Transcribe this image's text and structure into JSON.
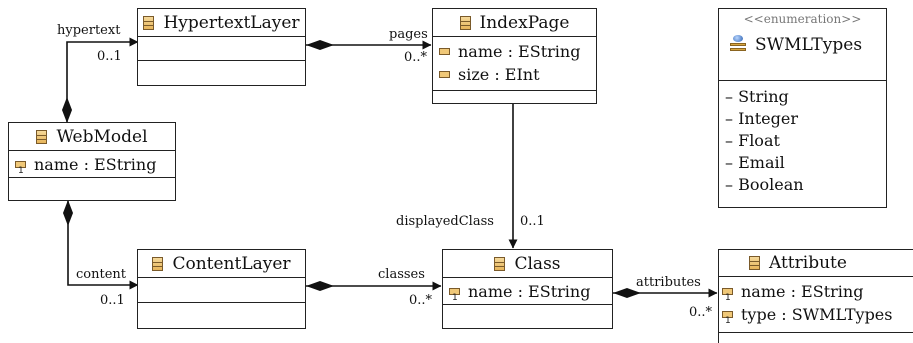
{
  "diagram": {
    "classes": {
      "hypertext_layer": {
        "name": "HypertextLayer"
      },
      "index_page": {
        "name": "IndexPage",
        "attributes": [
          "name : EString",
          "size : EInt"
        ]
      },
      "web_model": {
        "name": "WebModel",
        "attributes": [
          "name : EString"
        ]
      },
      "content_layer": {
        "name": "ContentLayer"
      },
      "class": {
        "name": "Class",
        "attributes": [
          "name : EString"
        ]
      },
      "attribute": {
        "name": "Attribute",
        "attributes": [
          "name : EString",
          "type : SWMLTypes"
        ]
      }
    },
    "enumeration": {
      "stereotype": "<<enumeration>>",
      "name": "SWMLTypes",
      "literals": [
        "– String",
        "– Integer",
        "– Float",
        "– Email",
        "– Boolean"
      ]
    },
    "references": {
      "hypertext": {
        "role": "hypertext",
        "multiplicity": "0..1"
      },
      "pages": {
        "role": "pages",
        "multiplicity": "0..*"
      },
      "content": {
        "role": "content",
        "multiplicity": "0..1"
      },
      "classes": {
        "role": "classes",
        "multiplicity": "0..*"
      },
      "displayed_class": {
        "role": "displayedClass",
        "multiplicity": "0..1"
      },
      "attributes": {
        "role": "attributes",
        "multiplicity": "0..*"
      }
    }
  }
}
